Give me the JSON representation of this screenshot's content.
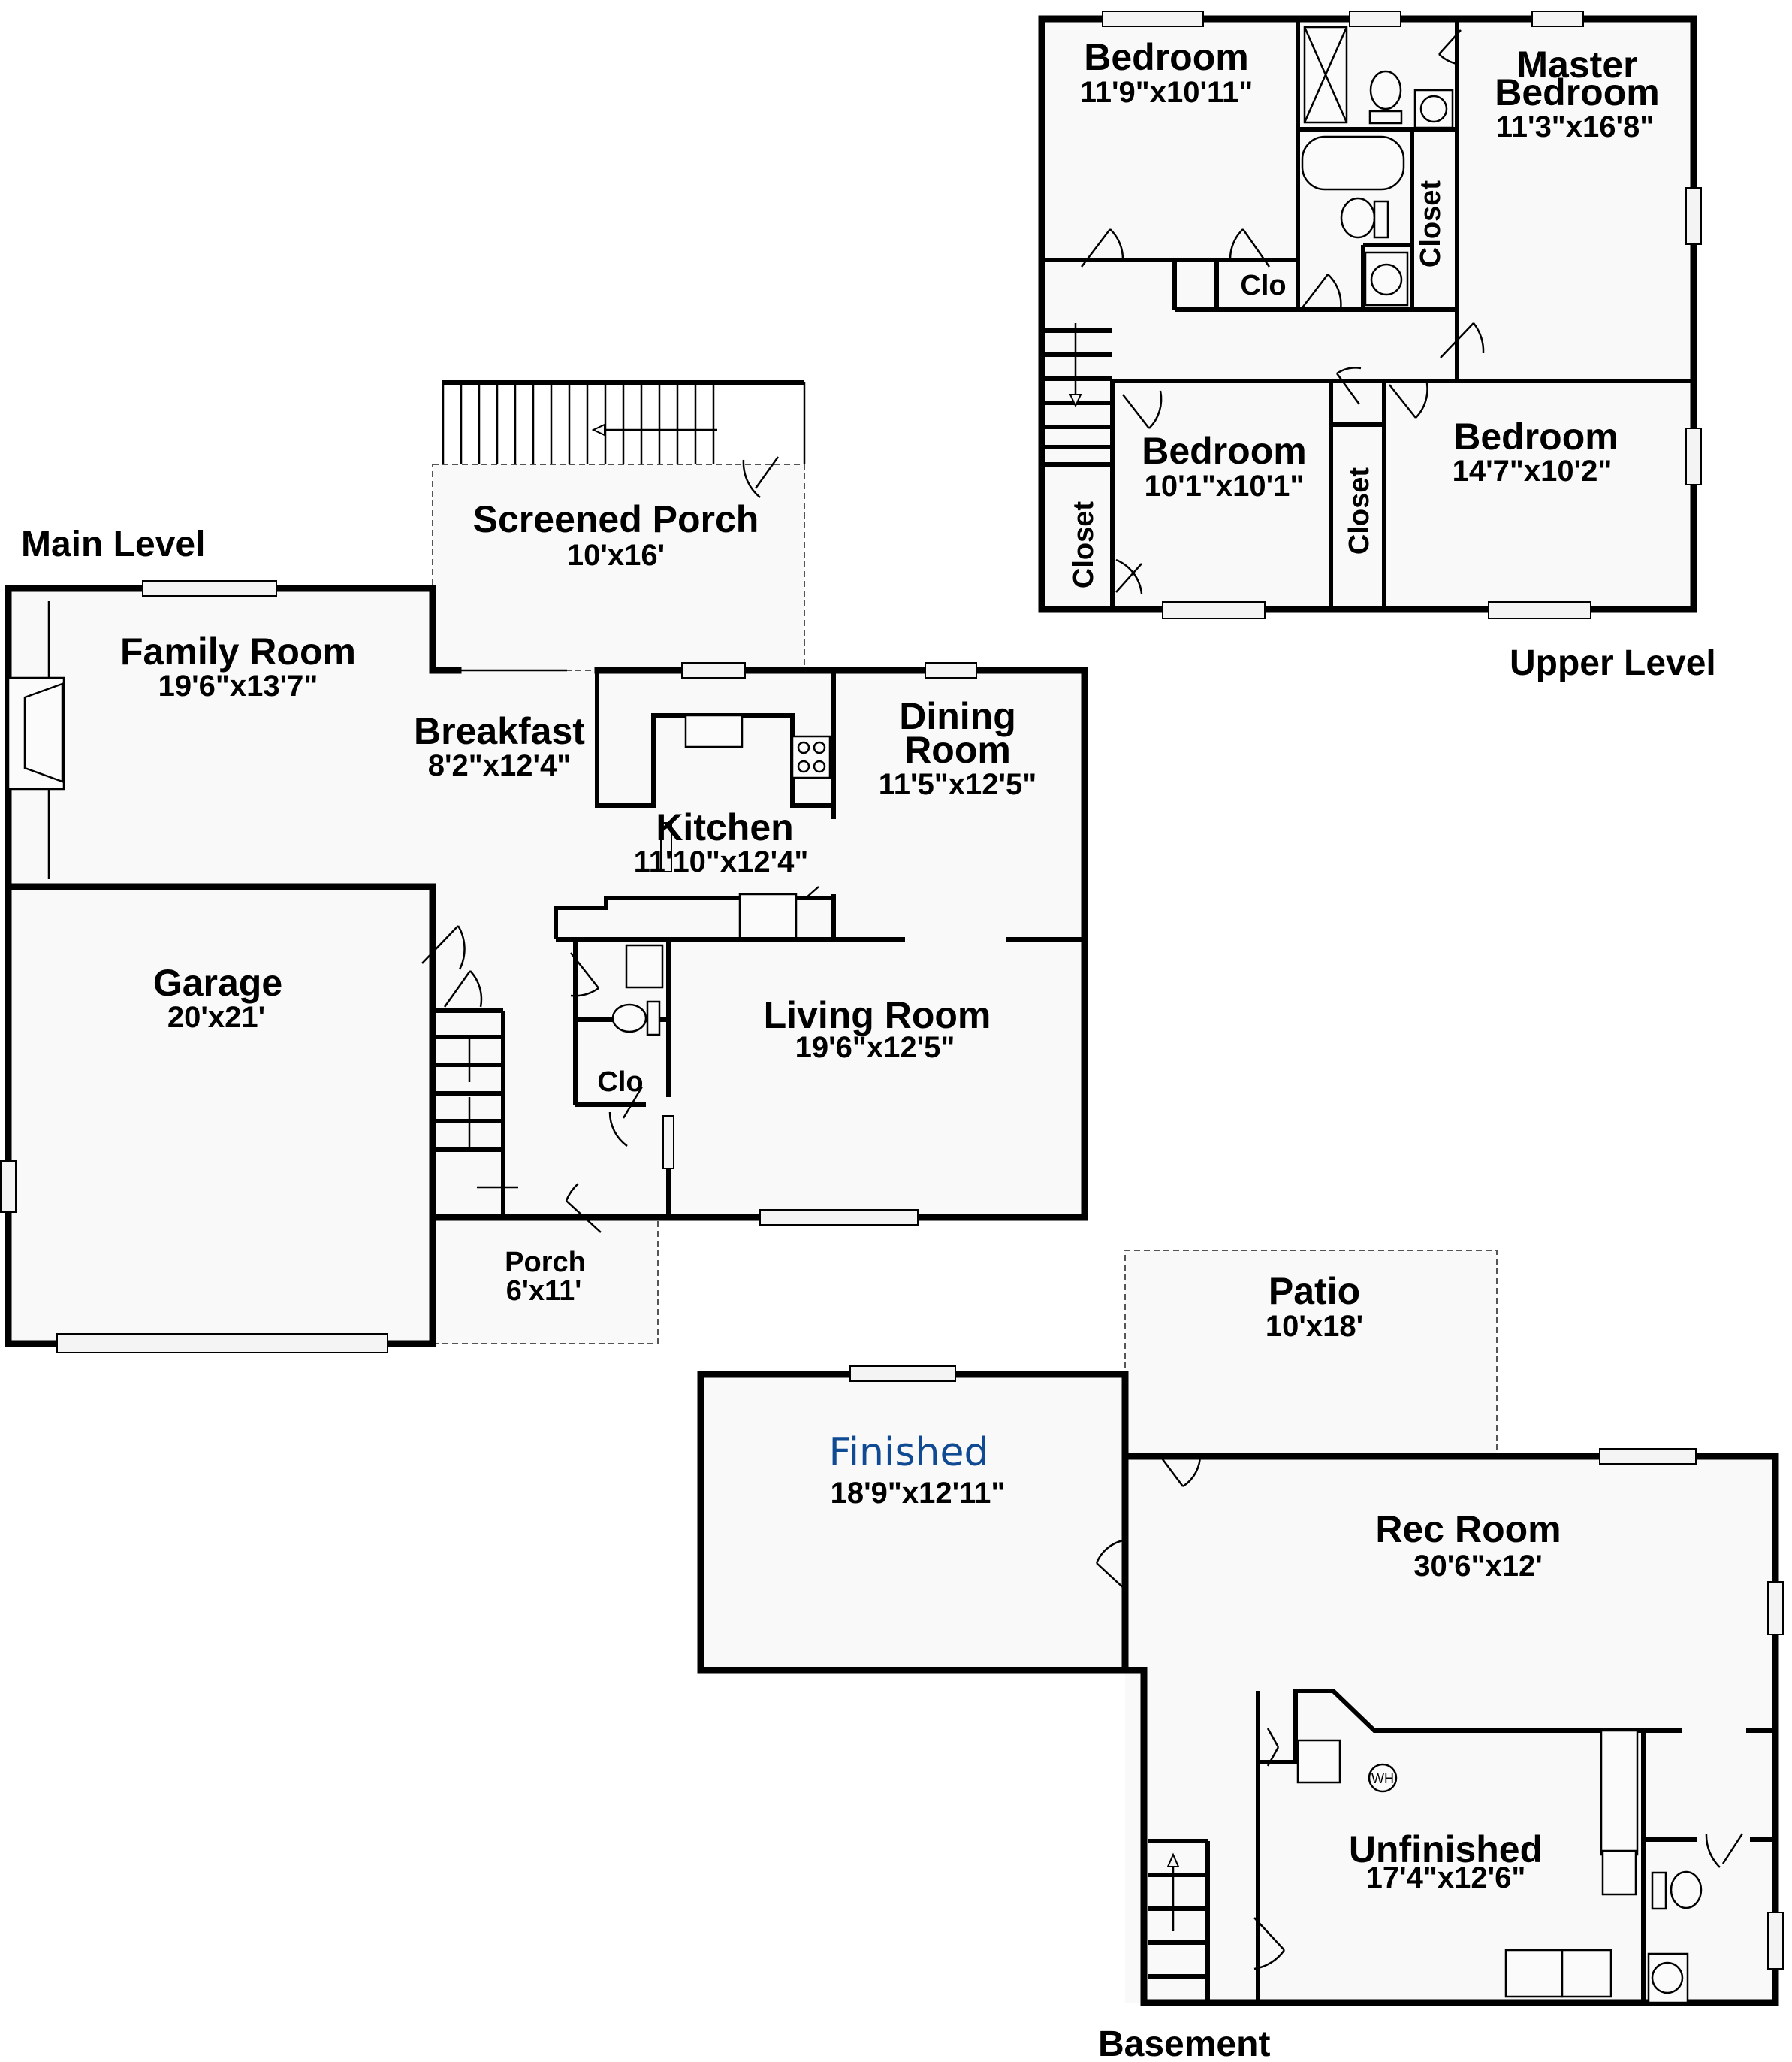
{
  "colors": {
    "wall": "#000000",
    "room_fill": "#f9f9f9",
    "finished_label": "#0f4a93",
    "background": "#ffffff"
  },
  "levels": {
    "main": {
      "label": "Main Level",
      "rooms": [
        {
          "name": "Screened Porch",
          "dims": "10'x16'"
        },
        {
          "name": "Family Room",
          "dims": "19'6\"x13'7\""
        },
        {
          "name": "Breakfast",
          "dims": "8'2\"x12'4\""
        },
        {
          "name": "Kitchen",
          "dims": "11'10\"x12'4\""
        },
        {
          "name": "Dining",
          "name2": "Room",
          "dims": "11'5\"x12'5\""
        },
        {
          "name": "Garage",
          "dims": "20'x21'"
        },
        {
          "name": "Living Room",
          "dims": "19'6\"x12'5\""
        },
        {
          "name": "Clo",
          "dims": ""
        },
        {
          "name": "Porch",
          "dims": "6'x11'"
        }
      ]
    },
    "upper": {
      "label": "Upper Level",
      "rooms": [
        {
          "name": "Bedroom",
          "dims": "11'9\"x10'11\""
        },
        {
          "name": "Master",
          "name2": "Bedroom",
          "dims": "11'3\"x16'8\""
        },
        {
          "name": "Closet",
          "dims": ""
        },
        {
          "name": "Clo",
          "dims": ""
        },
        {
          "name": "Bedroom",
          "dims": "10'1\"x10'1\""
        },
        {
          "name": "Bedroom",
          "dims": "14'7\"x10'2\""
        },
        {
          "name": "Closet",
          "dims": ""
        },
        {
          "name": "Closet",
          "dims": ""
        }
      ]
    },
    "basement": {
      "label": "Basement",
      "rooms": [
        {
          "name": "Patio",
          "dims": "10'x18'"
        },
        {
          "name": "Finished",
          "dims": "18'9\"x12'11\""
        },
        {
          "name": "Rec Room",
          "dims": "30'6\"x12'"
        },
        {
          "name": "Unfinished",
          "dims": "17'4\"x12'6\""
        }
      ],
      "water_heater_label": "WH"
    }
  }
}
